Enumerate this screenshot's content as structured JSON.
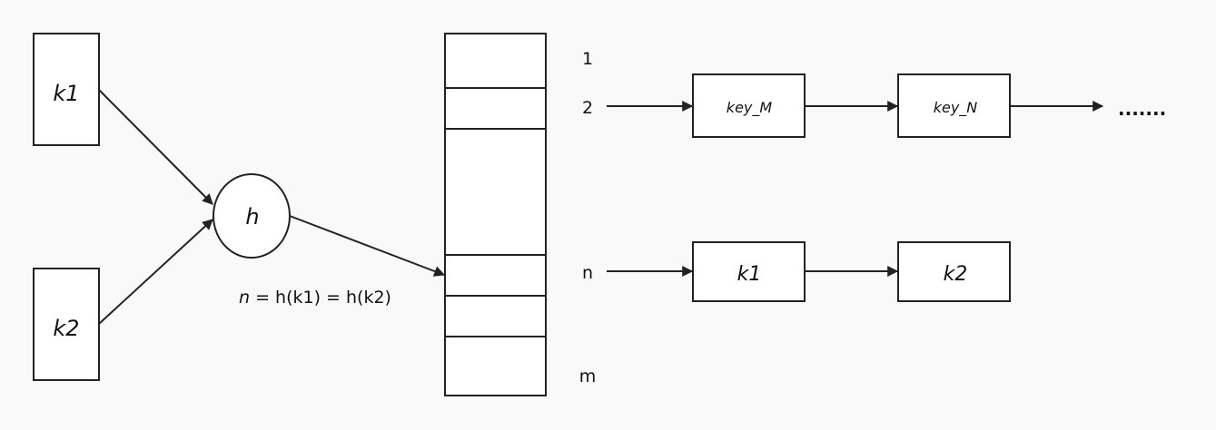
{
  "inputs": {
    "k1": "k1",
    "k2": "k2"
  },
  "hash": {
    "label": "h"
  },
  "formula": {
    "var": "n",
    "rest": " = h(k1) = h(k2)"
  },
  "table": {
    "index_1": "1",
    "index_2": "2",
    "index_n": "n",
    "index_m": "m"
  },
  "chains": {
    "row2": {
      "node1": "key_M",
      "node2": "key_N",
      "ellipsis": "......."
    },
    "rown": {
      "node1": "k1",
      "node2": "k2"
    }
  },
  "colors": {
    "stroke": "#222222",
    "fill": "#ffffff",
    "background": "#f9f9f9"
  }
}
